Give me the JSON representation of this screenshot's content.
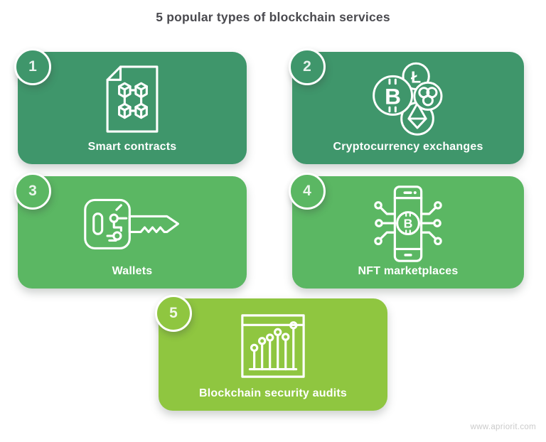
{
  "title": "5 popular types of blockchain services",
  "watermark": "www.apriorit.com",
  "colors": {
    "dark_green": "#3F966B",
    "mid_green": "#5BB763",
    "light_green": "#8FC640",
    "title_text": "#4A4A4F",
    "icon_stroke": "#FFFFFF",
    "watermark_text": "#CBCBCB"
  },
  "icons": {
    "bitcoin_symbol": "B",
    "litecoin_symbol": "Ł"
  },
  "cards": [
    {
      "number": "1",
      "label": "Smart contracts",
      "icon": "smart-contracts-document-icon",
      "color": "#3F966B"
    },
    {
      "number": "2",
      "label": "Cryptocurrency exchanges",
      "icon": "cryptocurrency-coins-icon",
      "color": "#3F966B"
    },
    {
      "number": "3",
      "label": "Wallets",
      "icon": "digital-key-icon",
      "color": "#5BB763"
    },
    {
      "number": "4",
      "label": "NFT marketplaces",
      "icon": "smartphone-bitcoin-icon",
      "color": "#5BB763"
    },
    {
      "number": "5",
      "label": "Blockchain security audits",
      "icon": "growth-chart-window-icon",
      "color": "#8FC640"
    }
  ]
}
